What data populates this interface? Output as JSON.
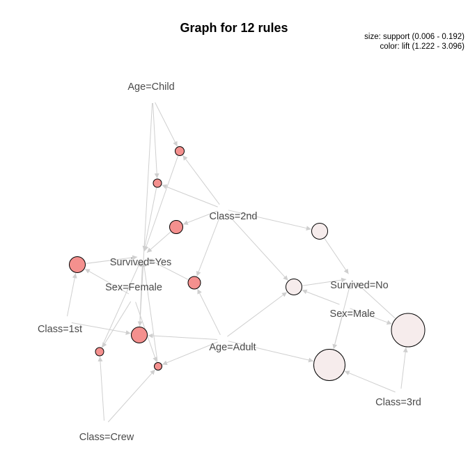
{
  "title": "Graph for 12 rules",
  "legend": {
    "size_text": "size: support (0.006 - 0.192)",
    "color_text": "color: lift (1.222 - 3.096)"
  },
  "colors": {
    "high_lift": "#f4908e",
    "low_lift": "#f6ecec",
    "edge": "#cfcfcf",
    "label": "#4a4a4a"
  },
  "items": [
    {
      "id": "age_child",
      "label": "Age=Child"
    },
    {
      "id": "class_2nd",
      "label": "Class=2nd"
    },
    {
      "id": "survived_yes",
      "label": "Survived=Yes"
    },
    {
      "id": "sex_female",
      "label": "Sex=Female"
    },
    {
      "id": "survived_no",
      "label": "Survived=No"
    },
    {
      "id": "sex_male",
      "label": "Sex=Male"
    },
    {
      "id": "class_1st",
      "label": "Class=1st"
    },
    {
      "id": "age_adult",
      "label": "Age=Adult"
    },
    {
      "id": "class_3rd",
      "label": "Class=3rd"
    },
    {
      "id": "class_crew",
      "label": "Class=Crew"
    }
  ]
}
